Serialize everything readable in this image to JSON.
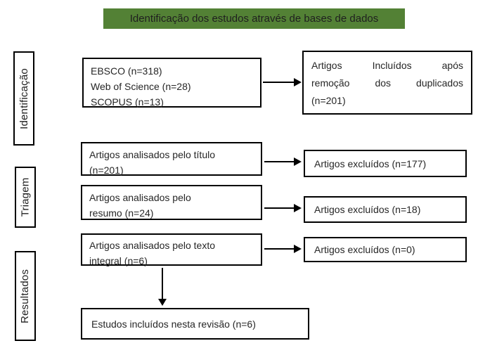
{
  "banner": {
    "label": "Identificação dos estudos através de bases de dados",
    "bg_color": "#538135",
    "text_color": "#1f1f1f"
  },
  "stages": [
    {
      "label": "Identificação"
    },
    {
      "label": "Triagem"
    },
    {
      "label": "Resultados"
    }
  ],
  "boxes": {
    "databases": {
      "lines": [
        "EBSCO (n=318)",
        "Web of Science (n=28)",
        "SCOPUS (n=13)"
      ]
    },
    "included_after_dedup": {
      "lines": [
        "Artigos Incluídos após",
        "remoção dos duplicados",
        "(n=201)"
      ]
    },
    "screened_title": {
      "lines": [
        "Artigos analisados pelo título",
        "(n=201)"
      ]
    },
    "excluded_title": {
      "label": "Artigos excluídos (n=177)"
    },
    "screened_abstract": {
      "lines": [
        "Artigos analisados pelo",
        "resumo (n=24)"
      ]
    },
    "excluded_abstract": {
      "label": "Artigos excluídos (n=18)"
    },
    "screened_fulltext": {
      "lines": [
        "Artigos analisados pelo texto",
        "integral (n=6)"
      ]
    },
    "excluded_fulltext": {
      "label": "Artigos excluídos (n=0)"
    },
    "included_final": {
      "label": "Estudos incluídos nesta revisão (n=6)"
    }
  }
}
